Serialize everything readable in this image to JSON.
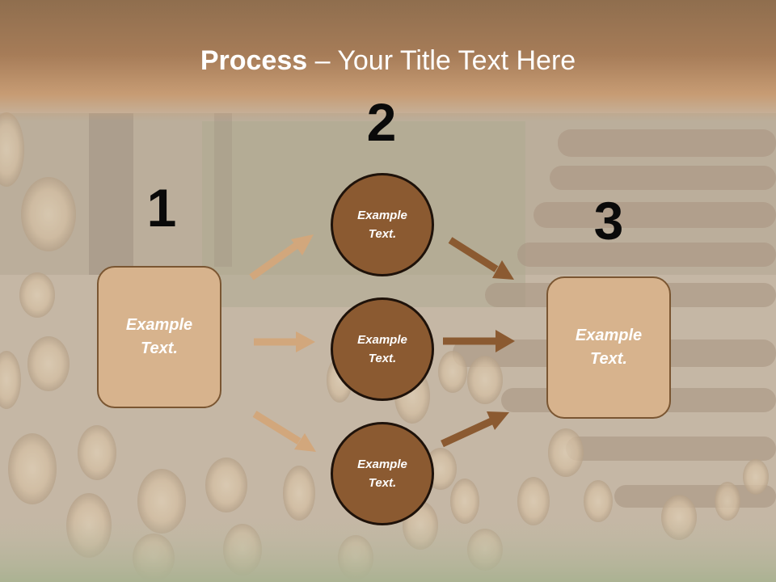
{
  "title": {
    "strong": "Process",
    "rest": " – Your Title Text Here"
  },
  "steps": {
    "one": "1",
    "two": "2",
    "three": "3"
  },
  "left_box": {
    "text": "Example Text."
  },
  "right_box": {
    "text": "Example Text."
  },
  "circles": [
    {
      "text": "Example Text."
    },
    {
      "text": "Example Text."
    },
    {
      "text": "Example Text."
    }
  ],
  "colors": {
    "title_band": "#a67c58",
    "box_fill": "#d7b38d",
    "box_border": "#7a5632",
    "circle_fill": "#8b5a31",
    "circle_border": "#1e120a",
    "arrow_light": "#d2a77c",
    "arrow_dark": "#8b5a31"
  }
}
